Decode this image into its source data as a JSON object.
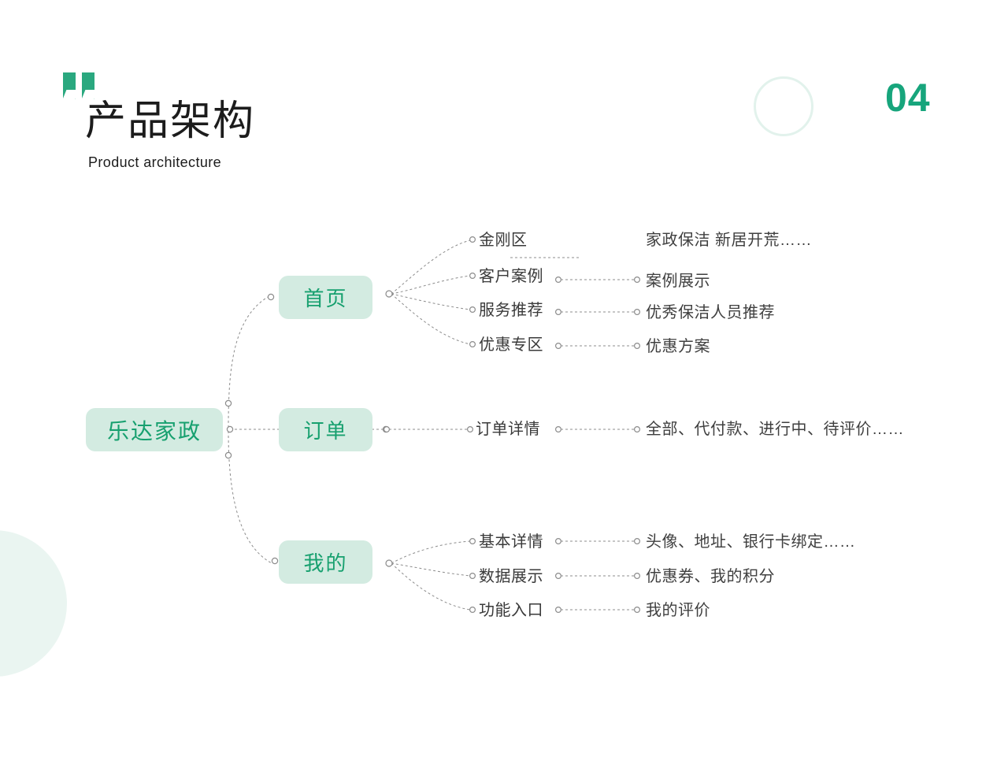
{
  "header": {
    "title": "产品架构",
    "subtitle": "Product architecture",
    "page_number": "04",
    "quote_icon": "quote-mark-icon"
  },
  "colors": {
    "accent_green": "#17a57c",
    "node_text_green": "#17a06f",
    "node_fill_mint": "#d3ebe1",
    "deco_circle_outline": "#e2f2ec",
    "deco_circle_fill": "#eaf5f1",
    "connector_gray": "#8c8c8c",
    "body_text": "#3f3f3f"
  },
  "mindmap": {
    "root": {
      "label": "乐达家政"
    },
    "branches": [
      {
        "label": "首页",
        "children": [
          {
            "label": "金刚区",
            "detail": "家政保洁 新居开荒……"
          },
          {
            "label": "客户案例",
            "detail": "案例展示"
          },
          {
            "label": "服务推荐",
            "detail": "优秀保洁人员推荐"
          },
          {
            "label": "优惠专区",
            "detail": "优惠方案"
          }
        ]
      },
      {
        "label": "订单",
        "children": [
          {
            "label": "订单详情",
            "detail": "全部、代付款、进行中、待评价……"
          }
        ]
      },
      {
        "label": "我的",
        "children": [
          {
            "label": "基本详情",
            "detail": "头像、地址、银行卡绑定……"
          },
          {
            "label": "数据展示",
            "detail": "优惠券、我的积分"
          },
          {
            "label": "功能入口",
            "detail": "我的评价"
          }
        ]
      }
    ]
  }
}
